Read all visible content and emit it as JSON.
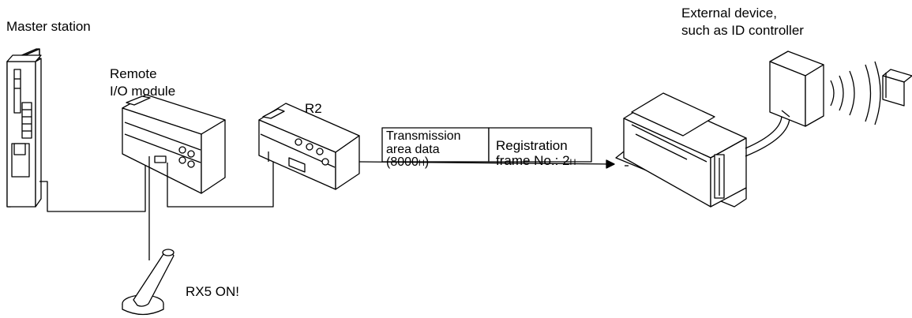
{
  "labels": {
    "master_station": "Master station",
    "remote_line1": "Remote",
    "remote_line2": "I/O module",
    "r2": "R2",
    "external_line1": "External device,",
    "external_line2": "such as ID controller",
    "switch_label": "RX5 ON!"
  },
  "frame": {
    "cell1_line1": "Transmission",
    "cell1_line2": "area data",
    "cell1_line3_pre": "(8000",
    "cell1_line3_sub": "H",
    "cell1_line3_post": ")",
    "cell2_line1": "Registration",
    "cell2_line2_pre": "frame No.: 2",
    "cell2_line2_sub": "H"
  }
}
